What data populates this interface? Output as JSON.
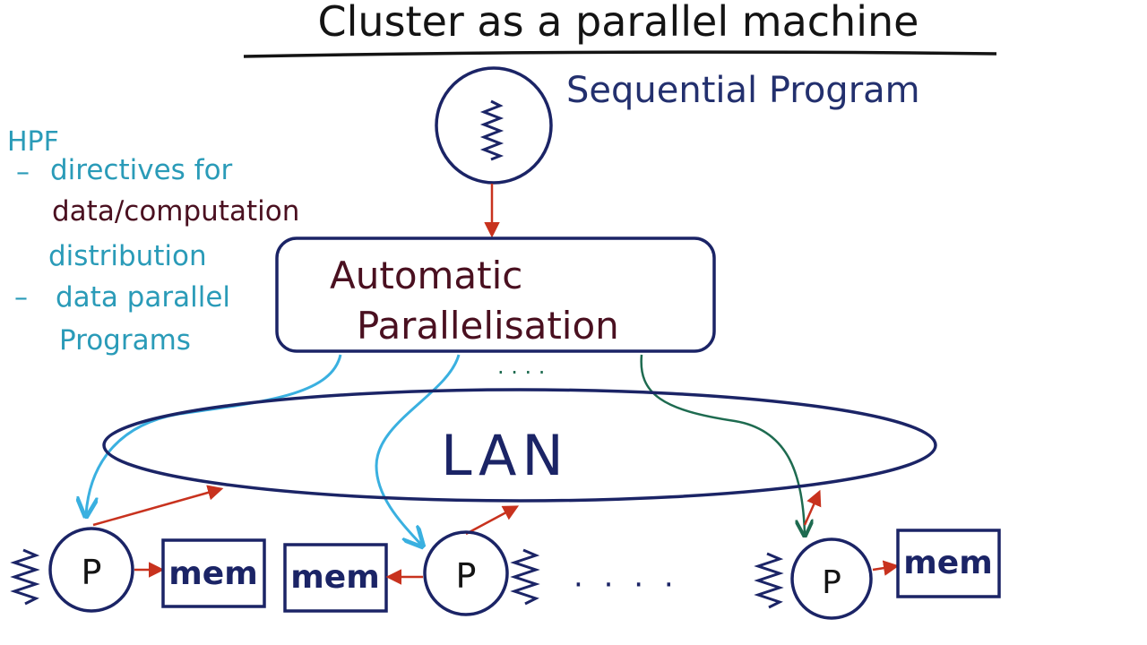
{
  "title": "Cluster as a parallel machine",
  "sequential_program": "Sequential Program",
  "hpf_notes": {
    "heading": "HPF",
    "bullet1_dash": "–",
    "bullet1_line1": "directives for",
    "bullet1_line2": "data/computation",
    "bullet1_line3": "distribution",
    "bullet2_dash": "–",
    "bullet2_line1": "data parallel",
    "bullet2_line2": "Programs"
  },
  "auto_box": {
    "line1": "Automatic",
    "line2": "Parallelisation",
    "continuation": "· · · ·"
  },
  "network": {
    "label": "LAN"
  },
  "nodes": [
    {
      "proc_label": "P",
      "mem_label": "mem"
    },
    {
      "proc_label": "P",
      "mem_label": "mem"
    },
    {
      "proc_label": "P",
      "mem_label": "mem"
    }
  ],
  "row_continuation": "· · · ·",
  "colors": {
    "title_ink": "#141414",
    "navy_ink": "#1b2466",
    "program_ink": "#23306e",
    "teal_ink": "#2a9bb8",
    "maroon_ink": "#4a1020",
    "red_ink": "#c8321e",
    "blue_arrow": "#3ab0e0",
    "green_arrow": "#1e6b50"
  }
}
